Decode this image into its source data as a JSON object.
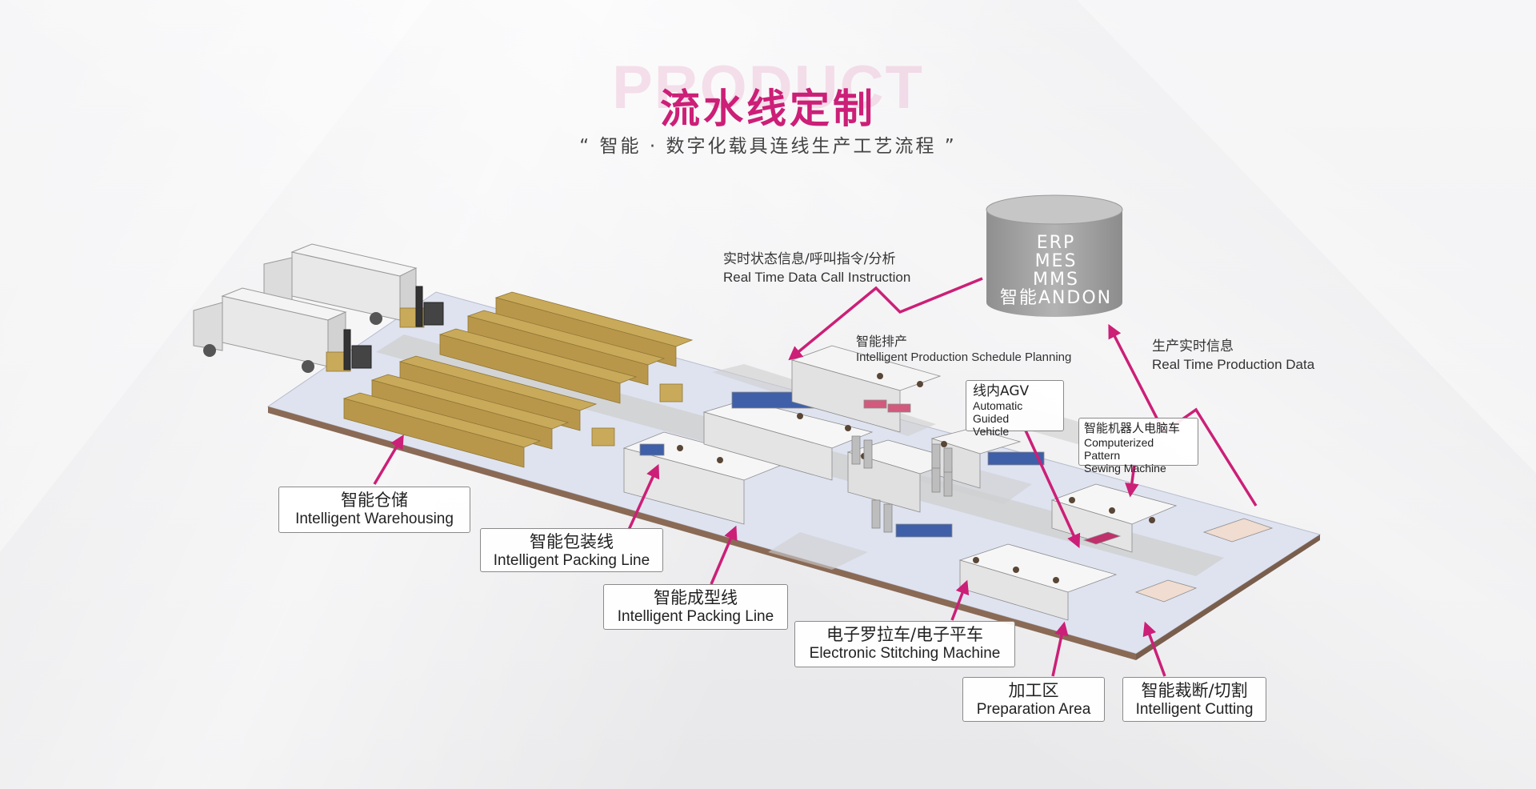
{
  "header": {
    "watermark": "PRODUCT",
    "title": "流水线定制",
    "subtitle": "“ 智能 · 数字化载具连线生产工艺流程 ”"
  },
  "database": {
    "lines": [
      "ERP",
      "MES",
      "MMS",
      "智能ANDON"
    ]
  },
  "flows": {
    "realtime_call": {
      "cn": "实时状态信息/呼叫指令/分析",
      "en": "Real Time Data Call Instruction"
    },
    "schedule": {
      "cn": "智能排产",
      "en": "Intelligent Production Schedule Planning"
    },
    "production_data": {
      "cn": "生产实时信息",
      "en": "Real Time Production Data"
    }
  },
  "labels": {
    "warehousing": {
      "cn": "智能仓储",
      "en": "Intelligent Warehousing"
    },
    "packing": {
      "cn": "智能包装线",
      "en": "Intelligent Packing Line"
    },
    "forming": {
      "cn": "智能成型线",
      "en": "Intelligent Packing Line"
    },
    "stitching": {
      "cn": "电子罗拉车/电子平车",
      "en": "Electronic Stitching Machine"
    },
    "preparation": {
      "cn": "加工区",
      "en": "Preparation Area"
    },
    "cutting": {
      "cn": "智能裁断/切割",
      "en": "Intelligent Cutting"
    },
    "agv": {
      "cn": "线内AGV",
      "en1": "Automatic Guided",
      "en2": "Vehicle"
    },
    "pattern": {
      "cn": "智能机器人电脑车",
      "en1": "Computerized Pattern",
      "en2": "Sewing Machine"
    }
  },
  "colors": {
    "accent": "#cc1f77",
    "floor": "#dfe3f0",
    "aisle": "#cfcfcf",
    "box": "#c9aa5a"
  }
}
